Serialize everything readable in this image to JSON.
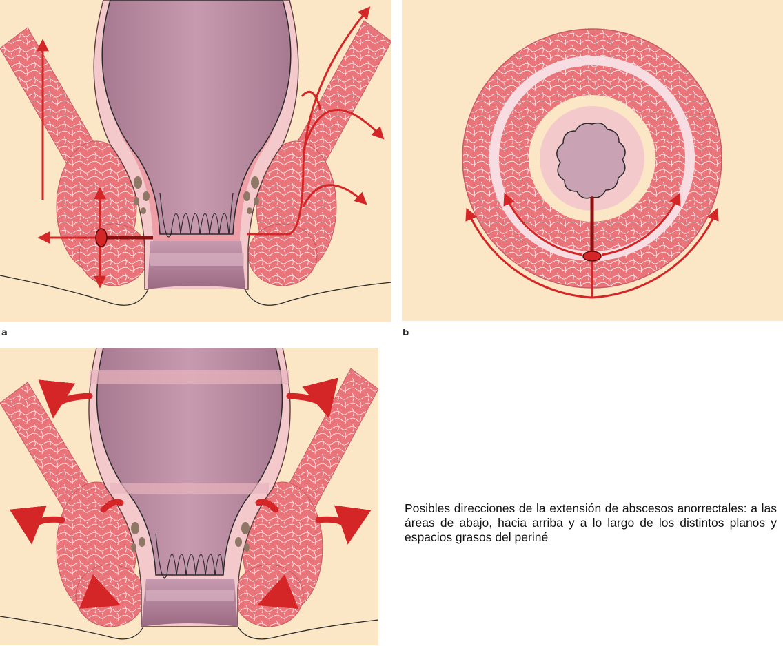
{
  "figure": {
    "panels": [
      {
        "id": "a",
        "label": "a",
        "view": "coronal-section",
        "arrows": "radial-spread"
      },
      {
        "id": "b",
        "label": "b",
        "view": "axial-section",
        "arrows": "circumferential-spread"
      },
      {
        "id": "c",
        "label": "",
        "view": "coronal-section",
        "arrows": "curved-rotation"
      }
    ],
    "caption": "Posibles direcciones   de la extensión de abscesos anorrectales: a las áreas de abajo, hacia arriba y a lo largo de los distintos planos y espacios grasos del periné"
  },
  "colors": {
    "background": "#fbe6c6",
    "muscle": "#e9747a",
    "muscle_line": "#ffffff",
    "lumen": "#b98aa0",
    "wall": "#f4c9cc",
    "arrow": "#d42626",
    "fat_nodule": "#8f7766"
  }
}
